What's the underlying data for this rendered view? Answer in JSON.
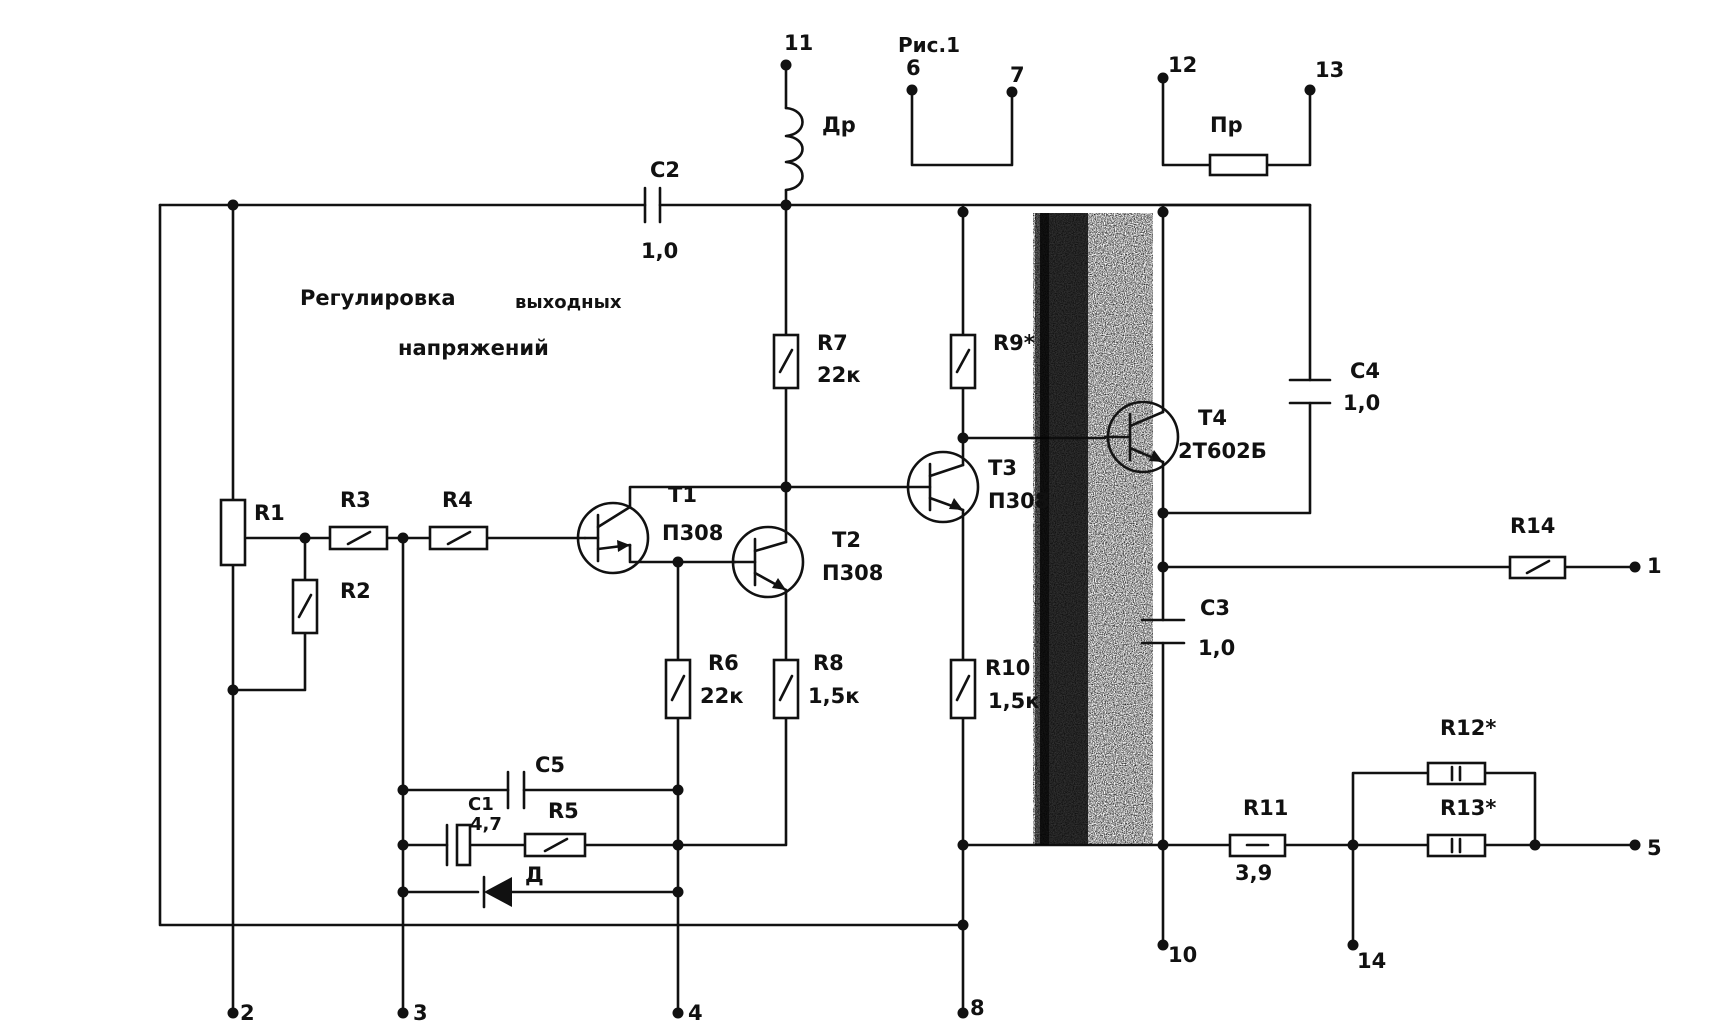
{
  "figure_caption": "Рис.1",
  "note_line1": "Регулировка",
  "note_line2": "выходных",
  "note_line3": "напряжений",
  "terminals": {
    "t1": "1",
    "t2": "2",
    "t3": "3",
    "t4": "4",
    "t5": "5",
    "t6": "6",
    "t7": "7",
    "t8": "8",
    "t10": "10",
    "t11": "11",
    "t12": "12",
    "t13": "13",
    "t14": "14"
  },
  "components": {
    "r1": "R1",
    "r2": "R2",
    "r3": "R3",
    "r4": "R4",
    "r5": "R5",
    "r6": "R6",
    "r6_value": "22к",
    "r7": "R7",
    "r7_value": "22к",
    "r8": "R8",
    "r8_value": "1,5к",
    "r9": "R9*",
    "r10": "R10",
    "r10_value": "1,5к",
    "r11": "R11",
    "r11_value": "3,9",
    "r12": "R12*",
    "r13": "R13*",
    "r14": "R14",
    "c1": "С1",
    "c1_value": "4,7",
    "c2": "С2",
    "c2_value": "1,0",
    "c3": "С3",
    "c3_value": "1,0",
    "c4": "С4",
    "c4_value": "1,0",
    "c5": "С5",
    "t1_name": "Т1",
    "t1_type": "П308",
    "t2_name": "Т2",
    "t2_type": "П308",
    "t3_name": "Т3",
    "t3_type": "П308",
    "t4_name": "Т4",
    "t4_type": "2Т602Б",
    "diode": "Д",
    "choke": "Др",
    "fuse": "Пр"
  }
}
